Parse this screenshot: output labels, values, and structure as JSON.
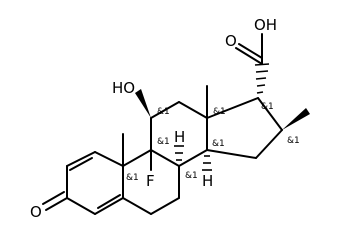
{
  "molecule": {
    "atoms": {
      "oxo_o": "O",
      "oh_label": "HO",
      "acid_o": "O",
      "acid_oh": "OH",
      "fluorine": "F",
      "h8": "H",
      "h14": "H"
    },
    "stereo": {
      "c11": "&1",
      "c9": "&1",
      "c10": "&1",
      "c8": "&1",
      "c13": "&1",
      "c14": "&1",
      "c17": "&1",
      "c16": "&1"
    }
  }
}
